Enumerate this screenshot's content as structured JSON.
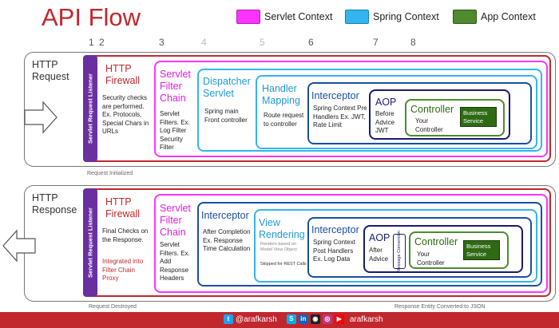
{
  "header": {
    "title": "API Flow",
    "legend": [
      {
        "label": "Servlet Context",
        "color": "#ff33ff"
      },
      {
        "label": "Spring Context",
        "color": "#33b5f0"
      },
      {
        "label": "App Context",
        "color": "#4f8a2e"
      }
    ],
    "numbers": [
      "1",
      "2",
      "3",
      "4",
      "5",
      "6",
      "7",
      "8"
    ]
  },
  "request": {
    "label": "HTTP Request",
    "listener": "Servlet Request Listener",
    "firewall": {
      "title": "HTTP Firewall",
      "text": "Security checks are performed. Ex. Protocols, Special Chars in URLs"
    },
    "filter": {
      "title": "Servlet Filter Chain",
      "text": "Servlet Filters. Ex. Log Filter Security Filter"
    },
    "dispatcher": {
      "title": "Dispatcher Servlet",
      "text": "Spring main Front controller"
    },
    "handler": {
      "title": "Handler Mapping",
      "text": "Route request to controller"
    },
    "interceptor": {
      "title": "Interceptor",
      "text": "Spring Context Pre Handlers Ex. JWT, Rate Limit"
    },
    "aop": {
      "title": "AOP",
      "text": "Before Advice JWT"
    },
    "controller": {
      "title": "Controller",
      "text": "Your Controller"
    },
    "business": "Business Service",
    "note": "Request Initialized"
  },
  "response": {
    "label": "HTTP Response",
    "listener": "Servlet Request Listener",
    "firewall": {
      "title": "HTTP Firewall",
      "text": "Final Checks on the Response.",
      "text2": "Integrated into Filter Chain Proxy"
    },
    "filter": {
      "title": "Servlet Filter Chain",
      "text": "Servlet Filters. Ex. Add Response Headers"
    },
    "interceptor1": {
      "title": "Interceptor",
      "text": "After Completion Ex. Response Time Calculation"
    },
    "view": {
      "title": "View Rendering",
      "text": "Renders based on Model View Object",
      "text2": "Skipped for REST Calls"
    },
    "interceptor2": {
      "title": "Interceptor",
      "text": "Spring Context Post Handlers Ex. Log Data"
    },
    "aop": {
      "title": "AOP",
      "text": "After Advice",
      "message": "Message Conversion"
    },
    "controller": {
      "title": "Controller",
      "text": "Your Controller"
    },
    "business": "Business Service",
    "note_left": "Request Destroyed",
    "note_right": "Response Entity Converted to JSON"
  },
  "footer": {
    "handle1": "@arafkarsh",
    "handle2": "arafkarsh"
  }
}
